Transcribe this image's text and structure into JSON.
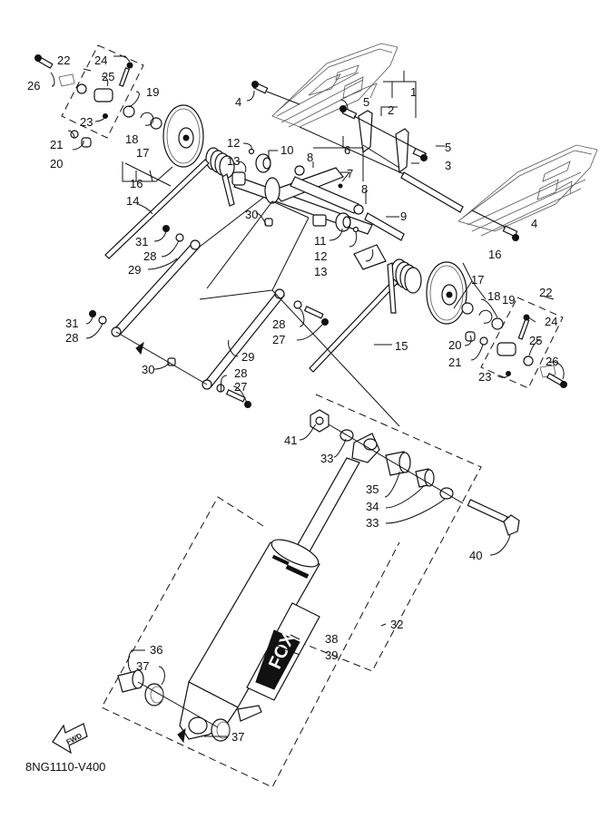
{
  "diagram": {
    "code": "8NG1110-V400",
    "fwd_label": "FWD",
    "callouts": {
      "c1": "1",
      "c2": "2",
      "c3": "3",
      "c4a": "4",
      "c4b": "4",
      "c5a": "5",
      "c5b": "5",
      "c6": "6",
      "c7": "7",
      "c8a": "8",
      "c8b": "8",
      "c9": "9",
      "c10": "10",
      "c11": "11",
      "c12a": "12",
      "c12b": "12",
      "c13a": "13",
      "c13b": "13",
      "c14": "14",
      "c15": "15",
      "c16a": "16",
      "c16b": "16",
      "c17a": "17",
      "c17b": "17",
      "c18a": "18",
      "c18b": "18",
      "c19a": "19",
      "c19b": "19",
      "c20a": "20",
      "c20b": "20",
      "c21a": "21",
      "c21b": "21",
      "c22a": "22",
      "c22b": "22",
      "c23a": "23",
      "c23b": "23",
      "c24a": "24",
      "c24b": "24",
      "c25a": "25",
      "c25b": "25",
      "c26a": "26",
      "c26b": "26",
      "c27a": "27",
      "c27b": "27",
      "c28a": "28",
      "c28b": "28",
      "c28c": "28",
      "c28d": "28",
      "c29a": "29",
      "c29b": "29",
      "c30a": "30",
      "c30b": "30",
      "c31a": "31",
      "c31b": "31",
      "c32": "32",
      "c33a": "33",
      "c33b": "33",
      "c34": "34",
      "c35": "35",
      "c36": "36",
      "c37a": "37",
      "c37b": "37",
      "c38": "38",
      "c39": "39",
      "c40": "40",
      "c41": "41"
    },
    "shock_logo": "FOX"
  }
}
